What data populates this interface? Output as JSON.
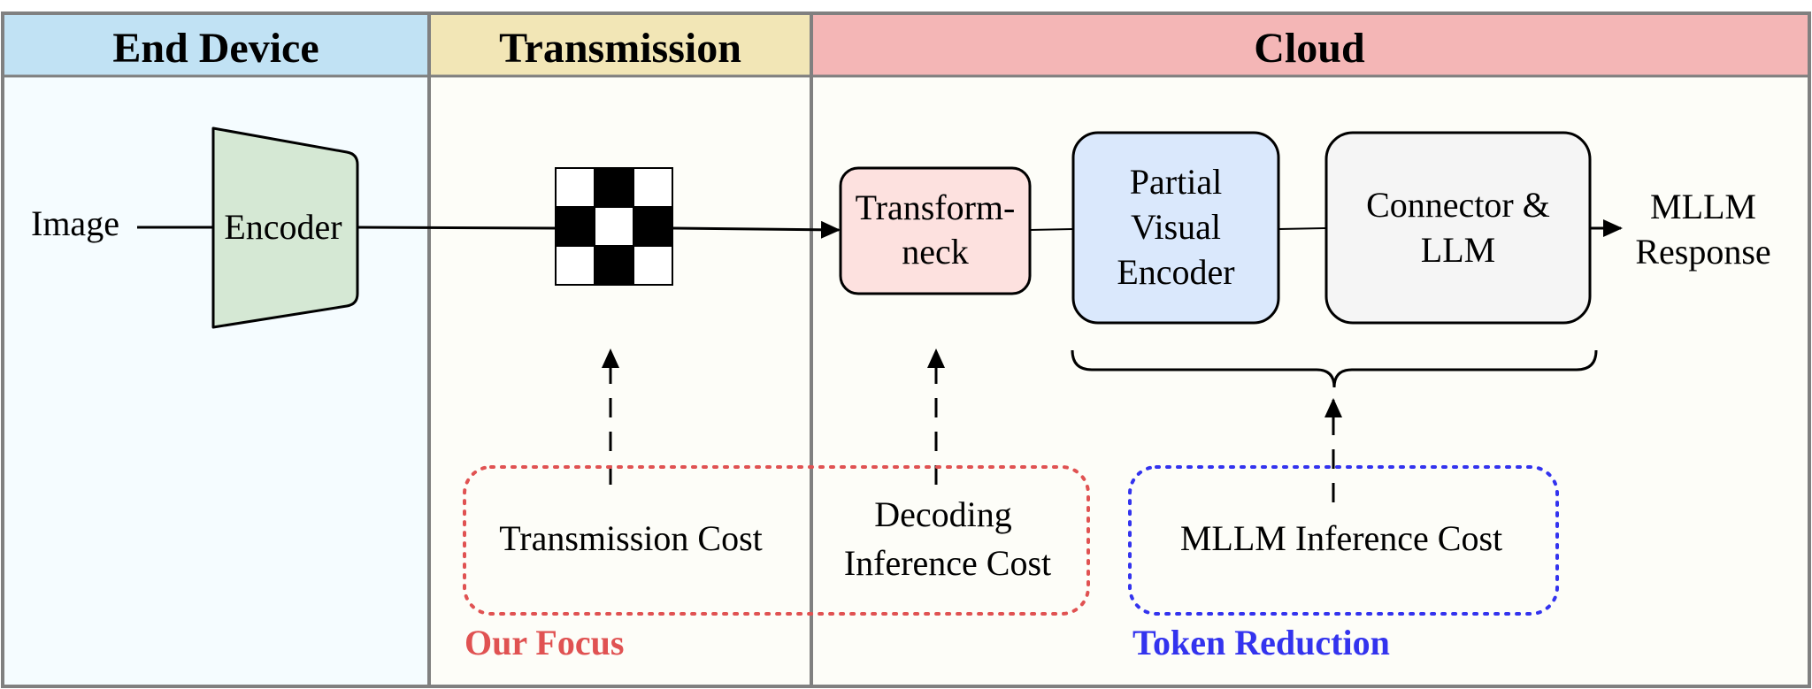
{
  "sections": {
    "end_device": "End Device",
    "transmission": "Transmission",
    "cloud": "Cloud"
  },
  "nodes": {
    "image": "Image",
    "encoder": "Encoder",
    "transform_neck": [
      "Transform-",
      "neck"
    ],
    "partial_visual_encoder": [
      "Partial",
      "Visual",
      "Encoder"
    ],
    "connector_llm": [
      "Connector &",
      "LLM"
    ],
    "mllm_response": [
      "MLLM",
      "Response"
    ]
  },
  "costs": {
    "transmission_cost": "Transmission Cost",
    "decoding_inference_cost": [
      "Decoding",
      "Inference Cost"
    ],
    "mllm_inference_cost": "MLLM Inference Cost"
  },
  "groups": {
    "our_focus": "Our Focus",
    "token_reduction": "Token Reduction"
  },
  "colors": {
    "end_device_header": "#c1e2f4",
    "transmission_header": "#f2e6b6",
    "cloud_header": "#f4b6b6",
    "end_device_body": "#f5fcff",
    "body": "#fdfdf8",
    "encoder_fill": "#d5e8d4",
    "transform_neck_fill": "#fde1df",
    "partial_visual_encoder_fill": "#dae8fc",
    "connector_fill": "#f5f5f5",
    "our_focus": "#e05252",
    "token_reduction": "#3333ee"
  },
  "token_grid": [
    [
      0,
      1,
      0
    ],
    [
      1,
      0,
      1
    ],
    [
      0,
      1,
      0
    ]
  ]
}
